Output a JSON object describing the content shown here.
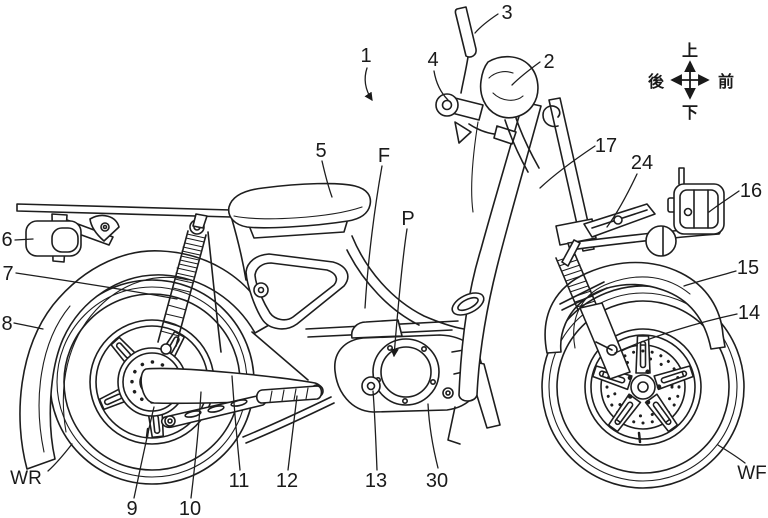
{
  "page": {
    "background": "#ffffff"
  },
  "drawing": {
    "type": "patent-line-drawing",
    "subject": "step-through-motorcycle-side-view",
    "line_color": "#1e1e1e"
  },
  "orientation_legend": {
    "up": "上",
    "down": "下",
    "rear": "後",
    "front": "前"
  },
  "ref_numerals": [
    "1",
    "2",
    "3",
    "4",
    "5",
    "6",
    "7",
    "8",
    "9",
    "10",
    "11",
    "12",
    "13",
    "14",
    "15",
    "16",
    "17",
    "24",
    "30"
  ],
  "ref_letters": {
    "frame": "F",
    "power_unit": "P",
    "rear_wheel": "WR",
    "front_wheel": "WF"
  }
}
